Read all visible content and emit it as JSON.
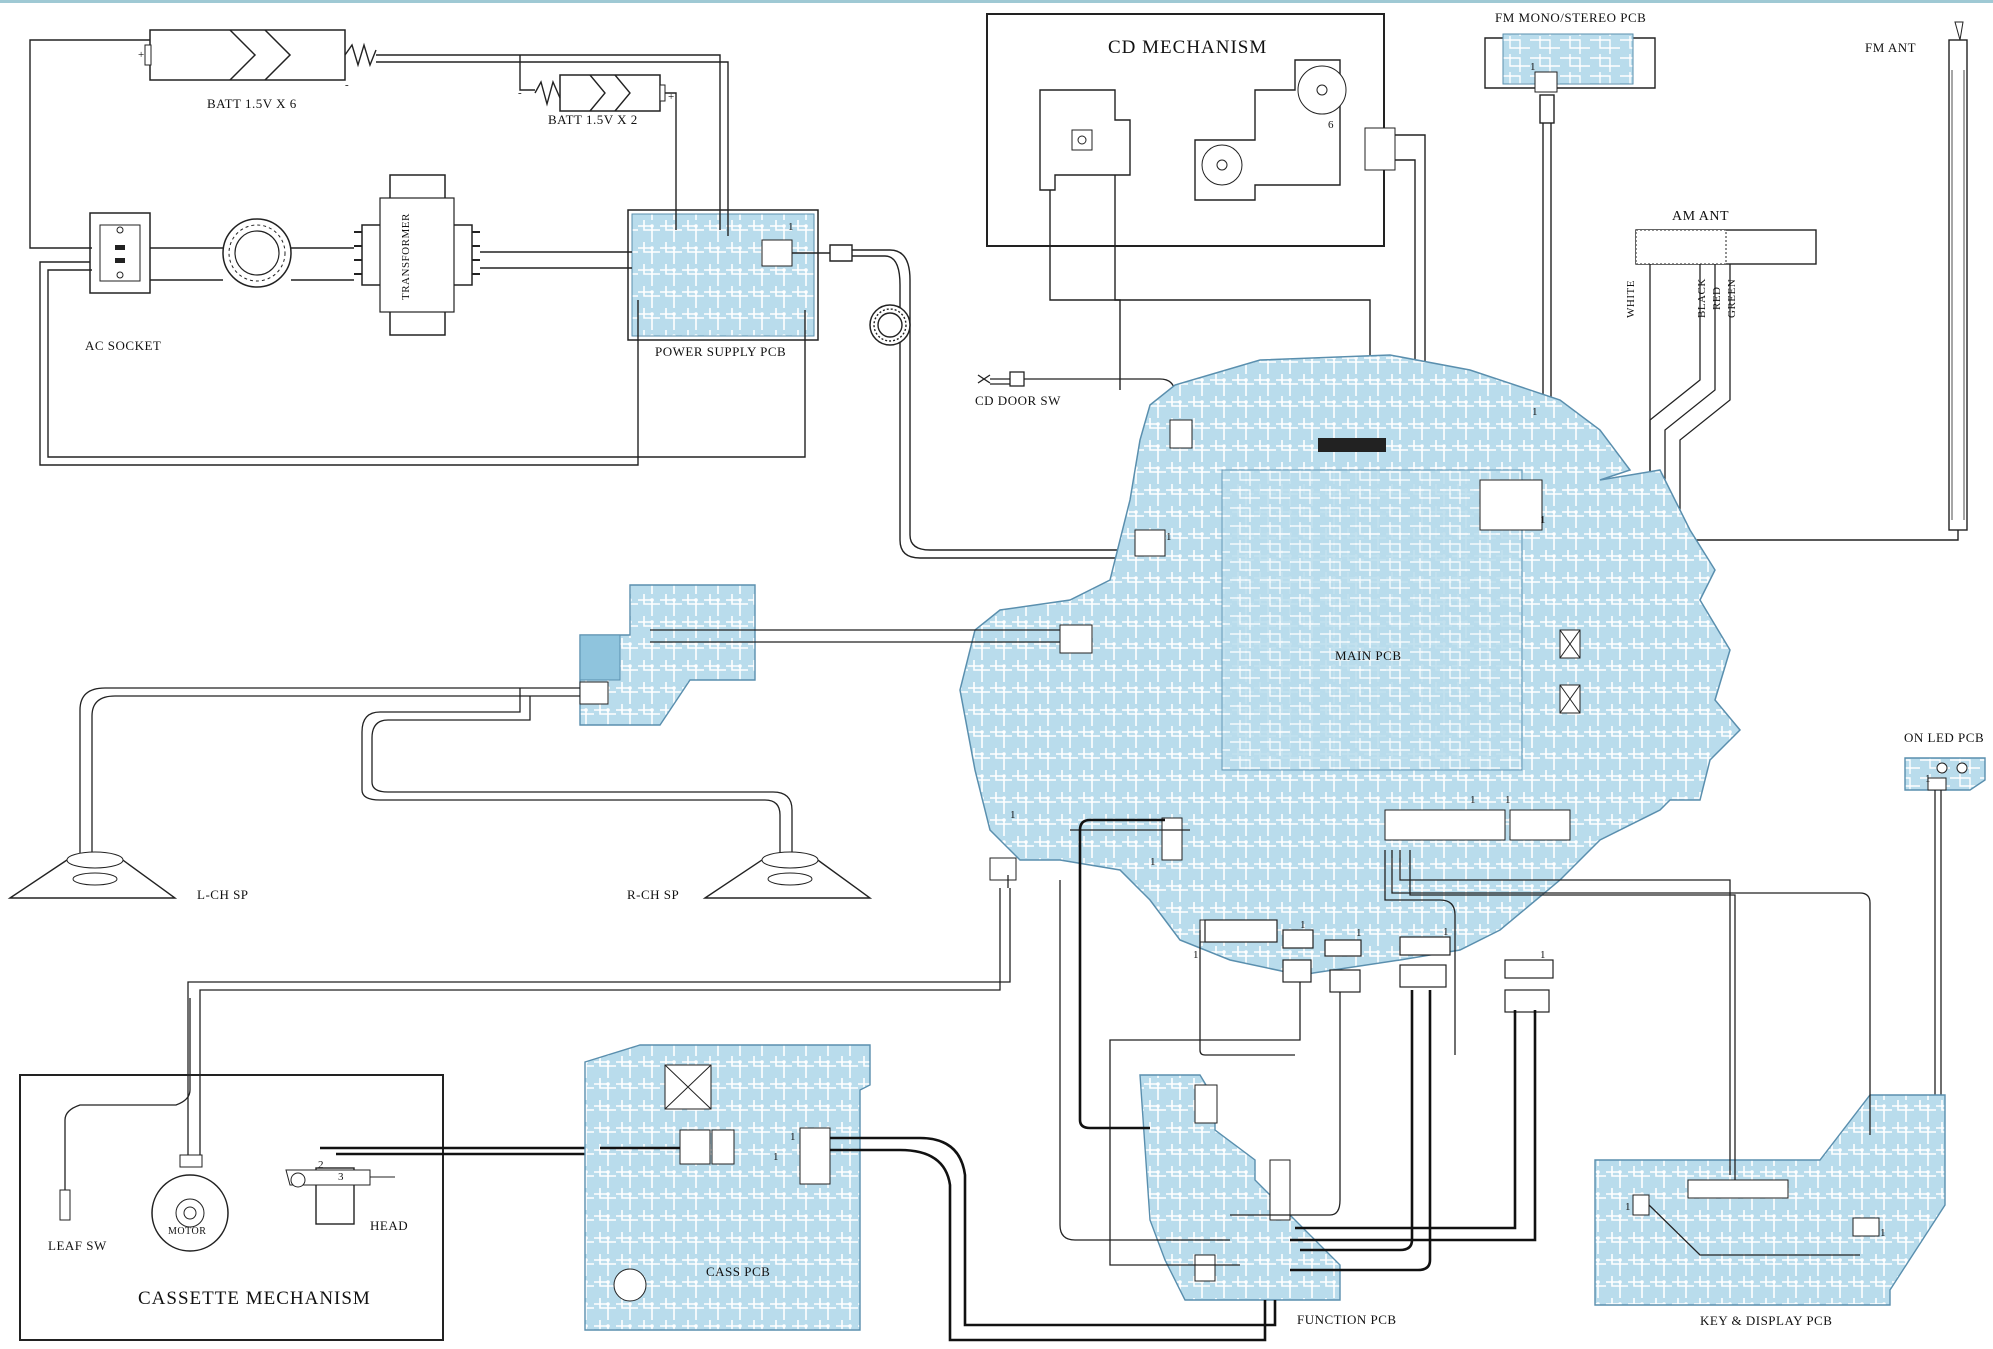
{
  "colors": {
    "pcb_fill": "#b9dcec",
    "pcb_trace": "#ffffff",
    "pcb_edge": "#5a8fae",
    "wire": "#222222",
    "top_rule": "#9fc9d4"
  },
  "labels": {
    "batt_6": "BATT 1.5V X 6",
    "batt_2": "BATT 1.5V X 2",
    "ac_socket": "AC SOCKET",
    "transformer": "TRANSFORMER",
    "power_supply": "POWER SUPPLY PCB",
    "cd_mechanism": "CD MECHANISM",
    "fm_pcb": "FM MONO/STEREO PCB",
    "fm_ant": "FM ANT",
    "am_ant": "AM ANT",
    "white": "WHITE",
    "black": "BLACK",
    "red": "RED",
    "green": "GREEN",
    "cd_door": "CD DOOR SW",
    "main_pcb": "MAIN PCB",
    "l_ch": "L-CH SP",
    "r_ch": "R-CH SP",
    "on_led": "ON LED PCB",
    "cassette_mech": "CASSETTE MECHANISM",
    "leaf_sw": "LEAF SW",
    "motor": "MOTOR",
    "head": "HEAD",
    "cass_pcb": "CASS PCB",
    "function_pcb": "FUNCTION PCB",
    "key_display": "KEY & DISPLAY PCB"
  },
  "pin_marks": {
    "one": "1",
    "plus": "+",
    "minus": "-",
    "two": "2",
    "three": "3",
    "six": "6"
  }
}
